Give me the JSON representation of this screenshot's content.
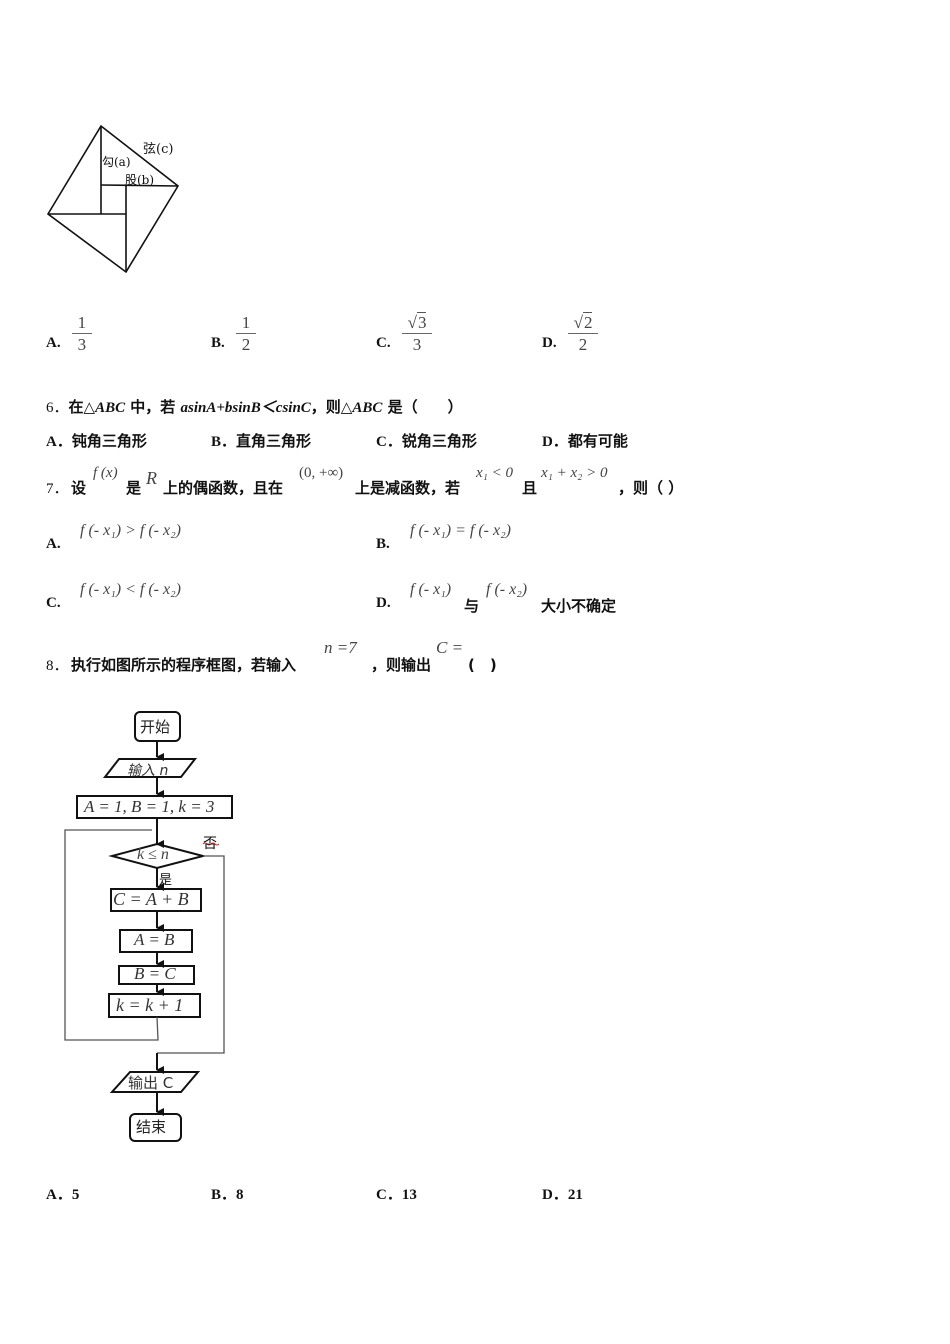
{
  "figure_q5": {
    "label_c": "弦(c)",
    "label_a": "勾(a)",
    "label_b": "股(b)"
  },
  "q5_options": [
    {
      "letter": "A.",
      "num": "1",
      "den": "3",
      "sqrt": false
    },
    {
      "letter": "B.",
      "num": "1",
      "den": "2",
      "sqrt": false
    },
    {
      "letter": "C.",
      "num": "3",
      "den": "3",
      "sqrt": true
    },
    {
      "letter": "D.",
      "num": "2",
      "den": "2",
      "sqrt": true
    }
  ],
  "q6": {
    "number": "6．",
    "text_1": "在△",
    "abc_1": "ABC",
    "text_2": " 中，若 ",
    "condition": "asinA+bsinB＜csinC",
    "text_3": "，则△",
    "abc_2": "ABC",
    "text_4": " 是（　　）",
    "options": [
      {
        "letter": "A．",
        "text": "钝角三角形"
      },
      {
        "letter": "B．",
        "text": "直角三角形"
      },
      {
        "letter": "C．",
        "text": "锐角三角形"
      },
      {
        "letter": "D．",
        "text": "都有可能"
      }
    ]
  },
  "q7": {
    "number": "7．",
    "t1": "设",
    "fx": "f (x)",
    "t2": "是",
    "R": "R",
    "t3": "上的偶函数，且在",
    "interval": "(0, +∞)",
    "t4": "上是减函数，若",
    "cond1": "x₁ < 0",
    "t5": "且",
    "cond2": "x₁ + x₂ > 0",
    "t6": "，则（ ）",
    "options": [
      {
        "letter": "A.",
        "expr": "f (- x₁) > f (- x₂)",
        "suffix": ""
      },
      {
        "letter": "B.",
        "expr": "f (- x₁) = f (- x₂)",
        "suffix": ""
      },
      {
        "letter": "C.",
        "expr": "f (- x₁) < f (- x₂)",
        "suffix": ""
      },
      {
        "letter": "D.",
        "expr_a": "f (- x₁)",
        "mid": "与",
        "expr_b": "f (- x₂)",
        "suffix": "大小不确定"
      }
    ]
  },
  "q8": {
    "number": "8．",
    "t1": "执行如图所示的程序框图，若输入",
    "input_expr": "n =7",
    "t2": "，则输出",
    "output_expr": "C =",
    "t3": "(　)",
    "flowchart": {
      "start": "开始",
      "input": "输入 n",
      "init": "A = 1, B = 1, k = 3",
      "condition": "k ≤ n",
      "no_label": "否",
      "yes_label": "是",
      "step1": "C = A + B",
      "step2": "A = B",
      "step3": "B = C",
      "step4": "k = k + 1",
      "output": "输出 C",
      "end": "结束"
    },
    "options": [
      {
        "letter": "A．",
        "value": "5"
      },
      {
        "letter": "B．",
        "value": "8"
      },
      {
        "letter": "C．",
        "value": "13"
      },
      {
        "letter": "D．",
        "value": "21"
      }
    ]
  }
}
